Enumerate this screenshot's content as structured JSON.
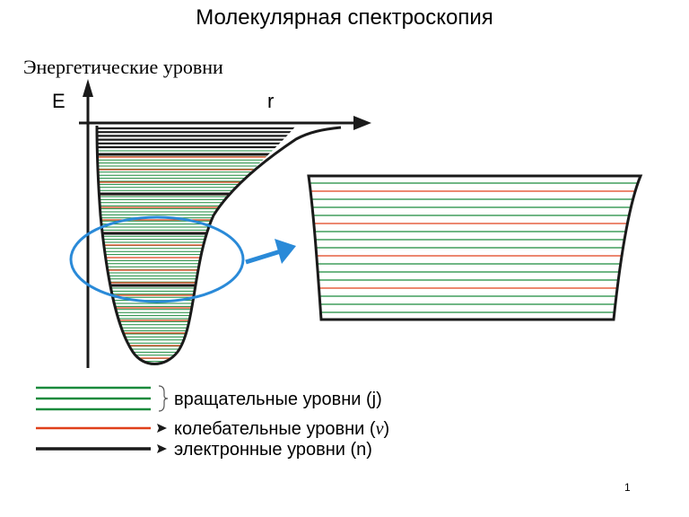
{
  "slide": {
    "title": "Молекулярная спектроскопия",
    "subtitle": "Энергетические уровни",
    "number": "1"
  },
  "axes": {
    "y_label": "E",
    "x_label": "r"
  },
  "legend": {
    "rotational": "вращательные уровни (j)",
    "vibrational_prefix": "колебательные уровни (",
    "vibrational_symbol": "v",
    "vibrational_suffix": ")",
    "electronic": "электронные уровни (n)"
  },
  "colors": {
    "rotational": "#1a8a3c",
    "vibrational": "#e0401a",
    "electronic": "#1a1a1a",
    "highlight": "#2a8ad8",
    "outline": "#1a1a1a"
  }
}
